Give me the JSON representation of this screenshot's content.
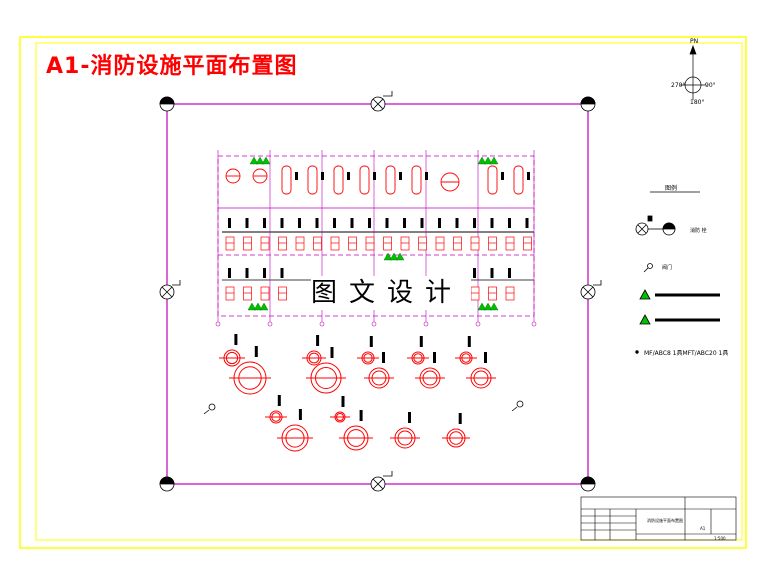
{
  "drawing": {
    "title": "A1-消防设施平面布置图",
    "watermark": "图文设计",
    "colors": {
      "background": "#ffffff",
      "outer_frame": "#ffff00",
      "boundary": "#c000c0",
      "equipment": "#ff0000",
      "linework": "#000000",
      "extinguisher": "#00c000"
    }
  },
  "compass": {
    "north": "PN",
    "west": "270°",
    "east": "90°",
    "south": "180°"
  },
  "legend": {
    "title": "图例",
    "hydrant_label": "消防 栓",
    "valve_label": "阀门",
    "extinguisher_text": "MF/ABC8 1具MFT/ABC20 1具"
  },
  "title_block": {
    "drawing_name": "消防设施平面布置图",
    "sheet": "A1",
    "scale": "1:500"
  }
}
